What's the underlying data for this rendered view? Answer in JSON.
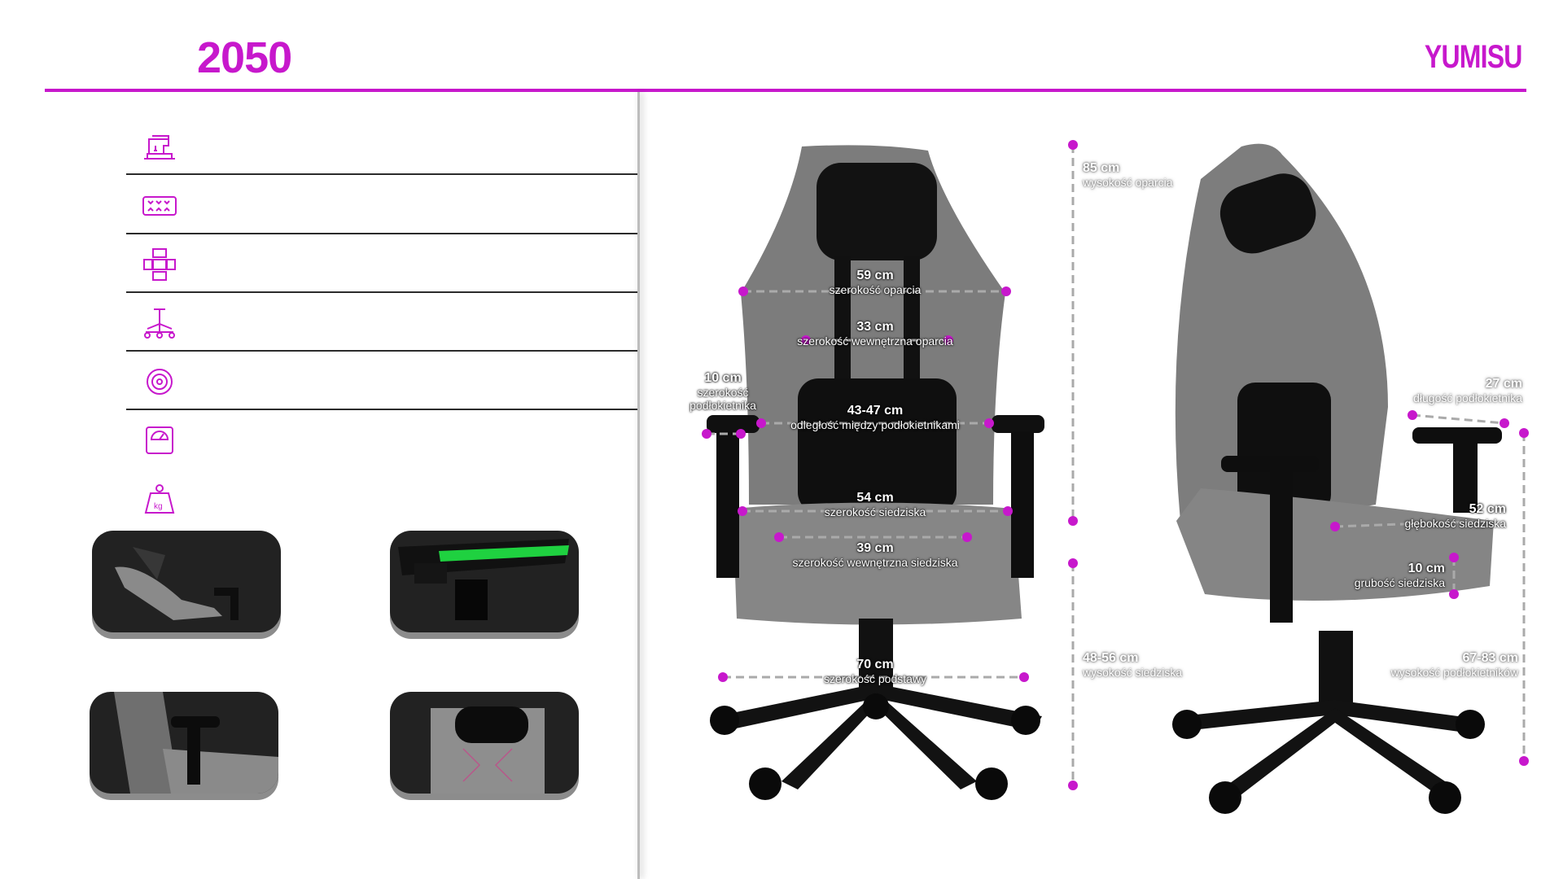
{
  "header": {
    "model": "2050",
    "brand": "YUMISU"
  },
  "features": [
    {
      "icon": "sewing-machine-icon"
    },
    {
      "icon": "foam-padding-icon"
    },
    {
      "icon": "adjustable-armrest-icon"
    },
    {
      "icon": "chair-base-icon"
    },
    {
      "icon": "wheel-icon"
    },
    {
      "icon": "scale-icon"
    },
    {
      "icon": "weight-kg-icon"
    }
  ],
  "thumbnails": [
    {
      "name": "thumb-recline"
    },
    {
      "name": "thumb-mechanism"
    },
    {
      "name": "thumb-armrest"
    },
    {
      "name": "thumb-headrest"
    }
  ],
  "dimensions": {
    "backrest_width": {
      "value": "59 cm",
      "label": "szerokość oparcia"
    },
    "backrest_inner_width": {
      "value": "33 cm",
      "label": "szerokość wewnętrzna oparcia"
    },
    "armrest_width": {
      "value": "10 cm",
      "label1": "szerokość",
      "label2": "podłokietnika"
    },
    "armrest_distance": {
      "value": "43-47 cm",
      "label": "odległość między podłokietnikami"
    },
    "seat_width": {
      "value": "54 cm",
      "label": "szerokość siedziska"
    },
    "seat_inner_width": {
      "value": "39 cm",
      "label": "szerokość wewnętrzna siedziska"
    },
    "base_width": {
      "value": "70 cm",
      "label": "szerokość podstawy"
    },
    "backrest_height": {
      "value": "85 cm",
      "label": "wysokość oparcia"
    },
    "seat_height": {
      "value": "48-56 cm",
      "label": "wysokość siedziska"
    },
    "armrest_length": {
      "value": "27 cm",
      "label": "długość podłokietnika"
    },
    "seat_depth": {
      "value": "52 cm",
      "label": "głębokość siedziska"
    },
    "seat_thickness": {
      "value": "10 cm",
      "label": "grubość siedziska"
    },
    "armrest_height": {
      "value": "67-83 cm",
      "label": "wysokość podłokietników"
    }
  },
  "colors": {
    "accent": "#c718cc",
    "chair_fabric": "#7a7a7a",
    "chair_black": "#1a1a1a"
  }
}
